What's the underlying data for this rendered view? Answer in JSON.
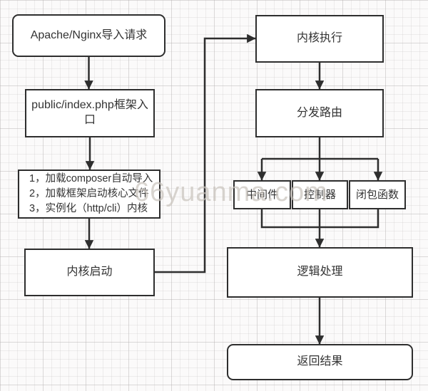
{
  "diagram": {
    "watermark": "66yuanma.com",
    "nodes": {
      "apache": "Apache/Nginx导入请求",
      "entry": "public/index.php框架入口",
      "bootstrap_line1": "1，加载composer自动导入",
      "bootstrap_line2": "2，加载框架启动核心文件",
      "bootstrap_line3": "3，实例化（http/cli）内核",
      "kernel_boot": "内核启动",
      "kernel_exec": "内核执行",
      "route": "分发路由",
      "middleware": "中间件",
      "controller": "控制器",
      "closure": "闭包函数",
      "logic": "逻辑处理",
      "result": "返回结果"
    },
    "colors": {
      "line": "#2e2e2e",
      "text": "#333333",
      "box_fill": "#ffffff",
      "watermark_color": "#c9c3bc"
    }
  }
}
